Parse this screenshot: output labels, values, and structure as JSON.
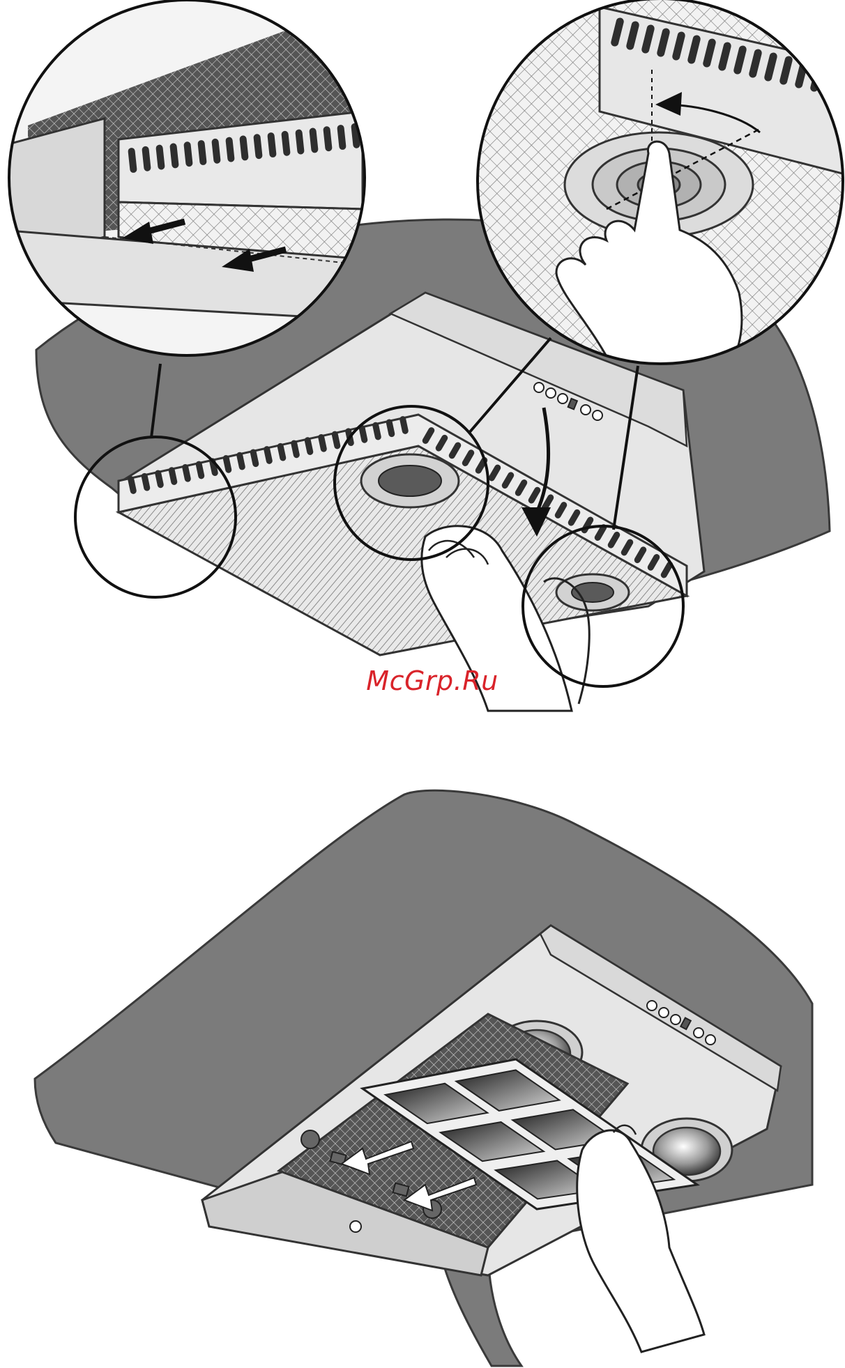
{
  "page": {
    "background": "#ffffff"
  },
  "colors": {
    "hood_body": "#7b7b7b",
    "hood_edge": "#3a3a3a",
    "panel": "#e6e6e6",
    "panel_shade": "#cfcfcf",
    "mesh": "#bdbdbd",
    "slot": "#2e2e2e",
    "arrow": "#111111",
    "watermark": "#d9232a"
  },
  "figures": [
    {
      "id": "figure-1",
      "description_icon": "metal-grease-filter-removal"
    },
    {
      "id": "figure-2",
      "description_icon": "carbon-filter-removal"
    }
  ],
  "figure1": {
    "callouts": [
      {
        "name": "detail-circle-rail",
        "icon": "filter-slide-arrows-icon"
      },
      {
        "name": "detail-circle-knob",
        "icon": "knob-rotate-icon"
      },
      {
        "name": "detail-circle-latch",
        "icon": "latch-icon"
      }
    ],
    "control_buttons": 5
  },
  "figure2": {
    "control_buttons": 5,
    "lamps": 2,
    "carbon_filter_cells": 6
  },
  "watermark": {
    "text": "McGrp.Ru"
  }
}
